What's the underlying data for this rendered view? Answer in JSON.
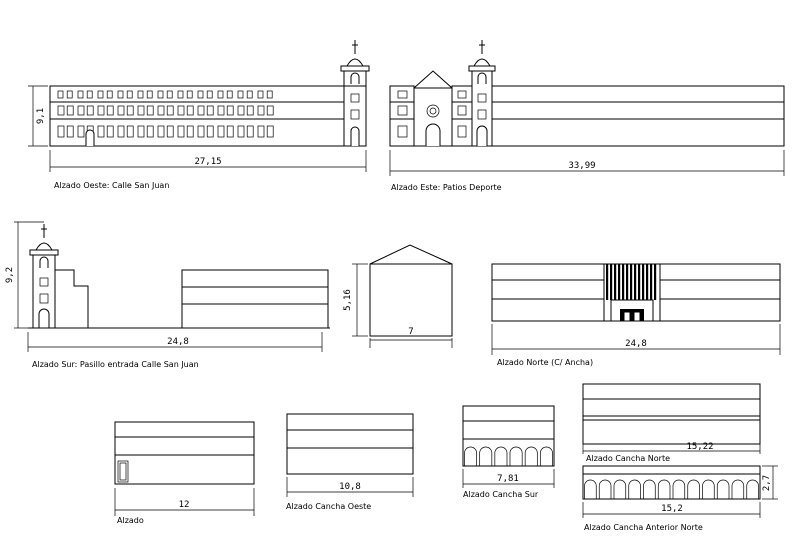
{
  "drawings": [
    {
      "id": "oeste",
      "caption": "Alzado Oeste: Calle San Juan",
      "width_dim": "27,15",
      "height_dim": "9,1"
    },
    {
      "id": "este",
      "caption": "Alzado Este: Patios Deporte",
      "width_dim": "33,99"
    },
    {
      "id": "sur",
      "caption": "Alzado Sur: Pasillo entrada Calle San Juan",
      "width_dim": "24,8",
      "height_dim": "9,2"
    },
    {
      "id": "gable",
      "caption": "",
      "width_dim": "7",
      "height_dim": "5,16"
    },
    {
      "id": "norte",
      "caption": "Alzado Norte (C/ Ancha)",
      "width_dim": "24,8"
    },
    {
      "id": "alzado",
      "caption": "Alzado",
      "width_dim": "12"
    },
    {
      "id": "ccoeste",
      "caption": "Alzado Cancha Oeste",
      "width_dim": "10,8"
    },
    {
      "id": "ccsur",
      "caption": "Alzado Cancha Sur",
      "width_dim": "7,81"
    },
    {
      "id": "ccnorte",
      "caption": "Alzado Cancha Norte",
      "width_dim": "15,22"
    },
    {
      "id": "ccant",
      "caption": "Alzado Cancha Anterior Norte",
      "width_dim": "15,2",
      "height_dim": "2,7"
    }
  ]
}
